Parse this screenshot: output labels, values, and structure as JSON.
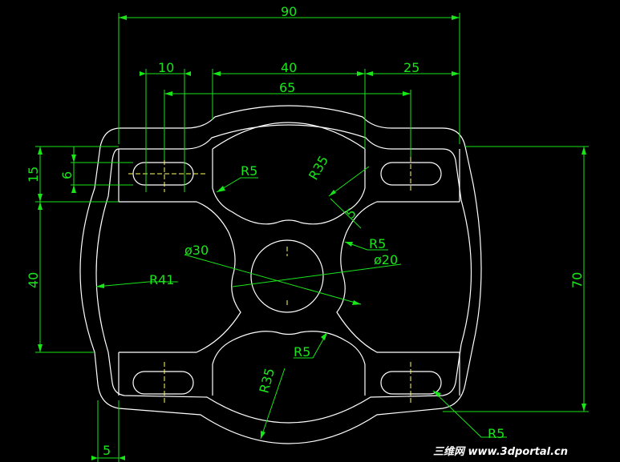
{
  "colors": {
    "background": "#000000",
    "outline": "#ffffff",
    "dimension": "#19e619",
    "centerline": "#ffff66"
  },
  "dimensions": {
    "overall_width": "90",
    "slot_width": "10",
    "inner_span": "40",
    "slot_center_span": "65",
    "right_offset": "25",
    "left_height": "15",
    "slot_height": "6",
    "left_span": "40",
    "right_height": "70",
    "bottom_offset": "5",
    "radius_top_left": "R5",
    "radius_top_arc": "R35",
    "small_five": "5",
    "radius_mid_right": "R5",
    "hole_outer": "ø30",
    "hole_inner": "ø20",
    "radius_outer_left": "R41",
    "radius_bottom_mid": "R5",
    "radius_bottom_arc": "R35",
    "radius_bottom_right": "R5"
  },
  "watermark": "三维网 www.3dportal.cn"
}
